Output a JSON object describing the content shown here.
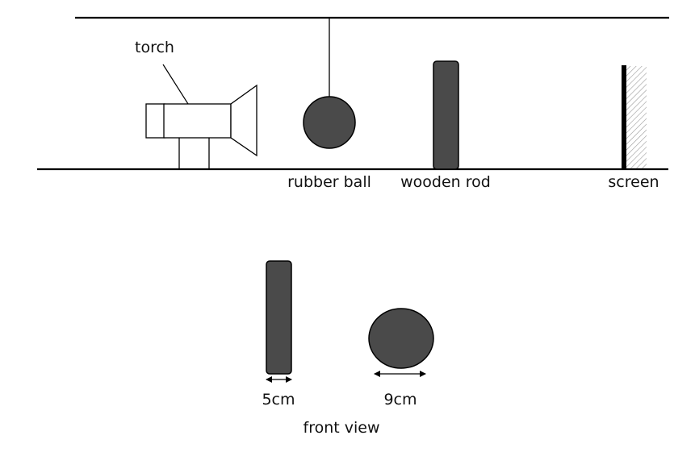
{
  "labels": {
    "torch": "torch",
    "rubber_ball": "rubber ball",
    "wooden_rod": "wooden rod",
    "screen": "screen",
    "rod_width": "5cm",
    "ball_width": "9cm",
    "front_view": "front view"
  },
  "colors": {
    "object_fill": "#4a4a4a",
    "line": "#000000",
    "shadow_hatch": "#9a9a9a"
  }
}
